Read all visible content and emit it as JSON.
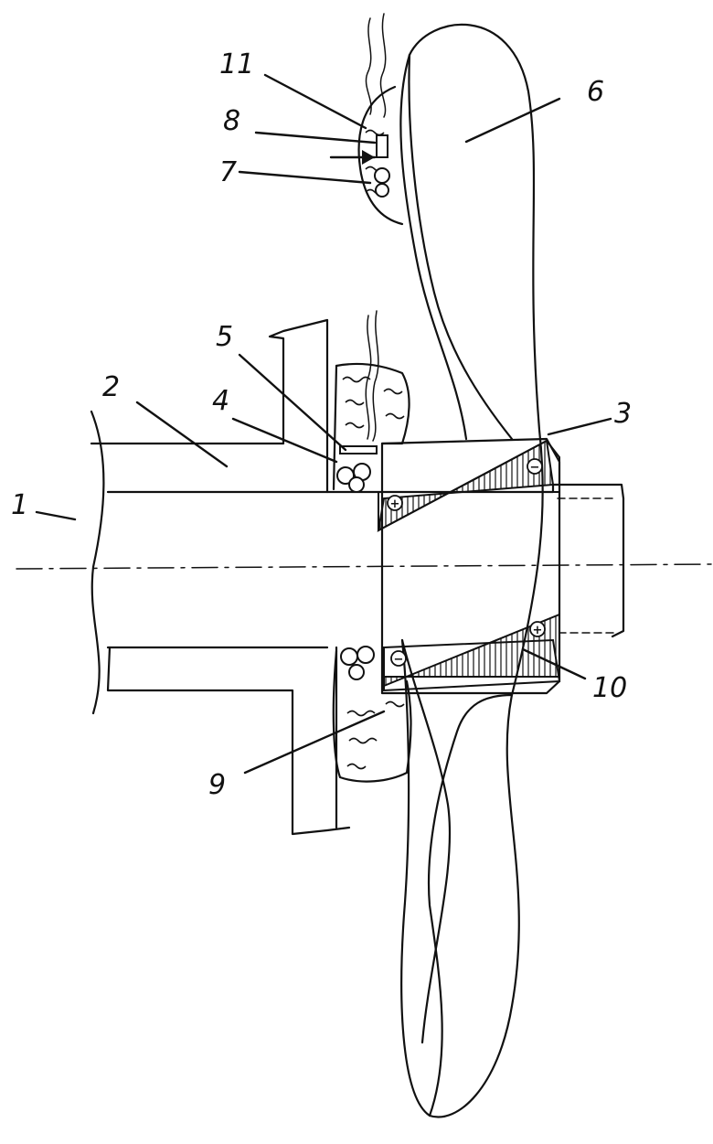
{
  "labels": {
    "l1": "1",
    "l2": "2",
    "l3": "3",
    "l4": "4",
    "l5": "5",
    "l6": "6",
    "l7": "7",
    "l8": "8",
    "l9": "9",
    "l10": "10",
    "l11": "11"
  },
  "signs": {
    "plus": "+",
    "minus": "−"
  }
}
